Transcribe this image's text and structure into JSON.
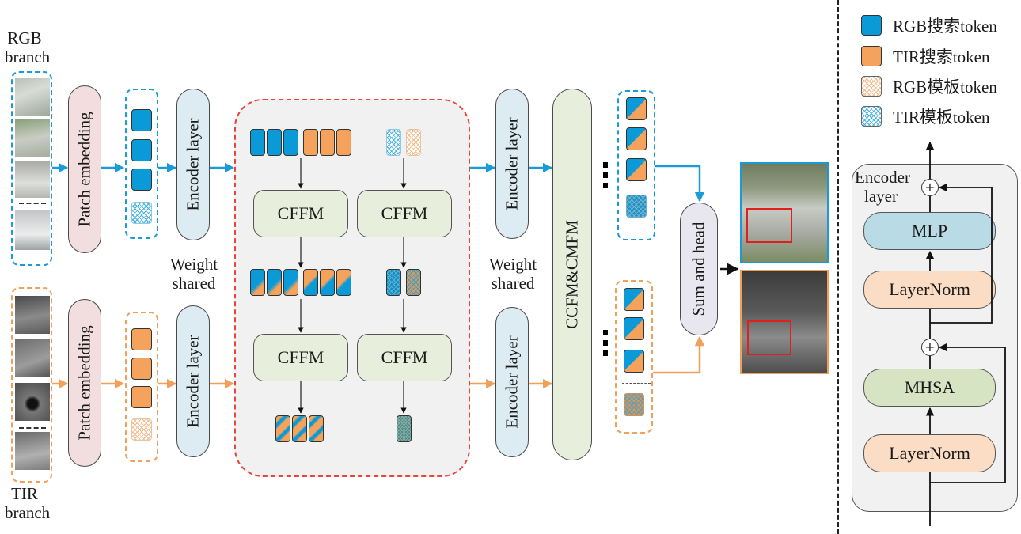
{
  "branches": {
    "rgb_label": "RGB\nbranch",
    "rgb_label_line1": "RGB",
    "rgb_label_line2": "branch",
    "tir_label_line1": "TIR",
    "tir_label_line2": "branch"
  },
  "modules": {
    "patch_embedding": "Patch embedding",
    "encoder_layer": "Encoder layer",
    "weight_shared_line1": "Weight",
    "weight_shared_line2": "shared",
    "cffm": "CFFM",
    "ccfm_cmfm": "CCFM&CMFM",
    "sum_and_head": "Sum and head"
  },
  "legend": {
    "items": [
      {
        "label": "RGB搜索token",
        "swatch": "rgb-search"
      },
      {
        "label": "TIR搜索token",
        "swatch": "tir-search"
      },
      {
        "label": "RGB模板token",
        "swatch": "rgb-template"
      },
      {
        "label": "TIR模板token",
        "swatch": "tir-template"
      }
    ]
  },
  "encoder_detail": {
    "title_line1": "Encoder",
    "title_line2": "layer",
    "blocks": [
      "MLP",
      "LayerNorm",
      "MHSA",
      "LayerNorm"
    ],
    "plus": "+"
  },
  "colors": {
    "rgb": "#0a9ad8",
    "tir": "#f5a25c",
    "fusion_border": "#e8453c",
    "encoder_fill": "#dcecf2",
    "patch_fill": "#f2dede",
    "cffm_fill": "#e8eedc",
    "mlp_fill": "#b9dbe6",
    "layernorm_fill": "#fbdcc4",
    "mhsa_fill": "#d6e4c4"
  }
}
